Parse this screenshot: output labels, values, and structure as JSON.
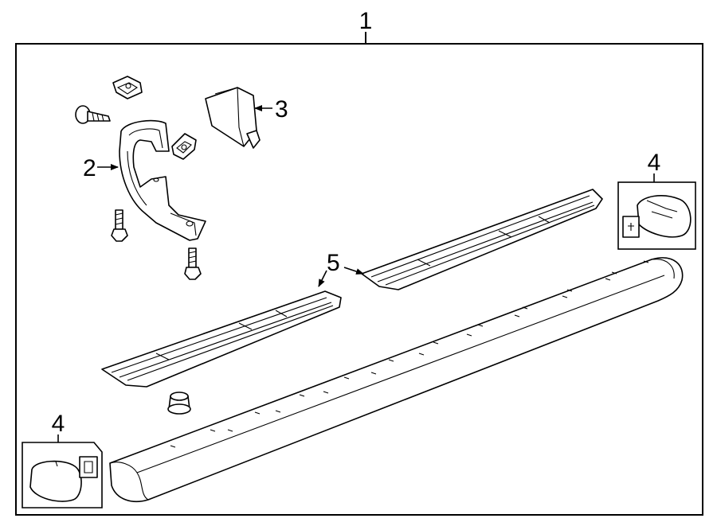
{
  "callouts": {
    "assembly": "1",
    "bracket": "2",
    "cap": "3",
    "end_cap_right": "4",
    "end_cap_left": "4",
    "step_pad": "5"
  }
}
